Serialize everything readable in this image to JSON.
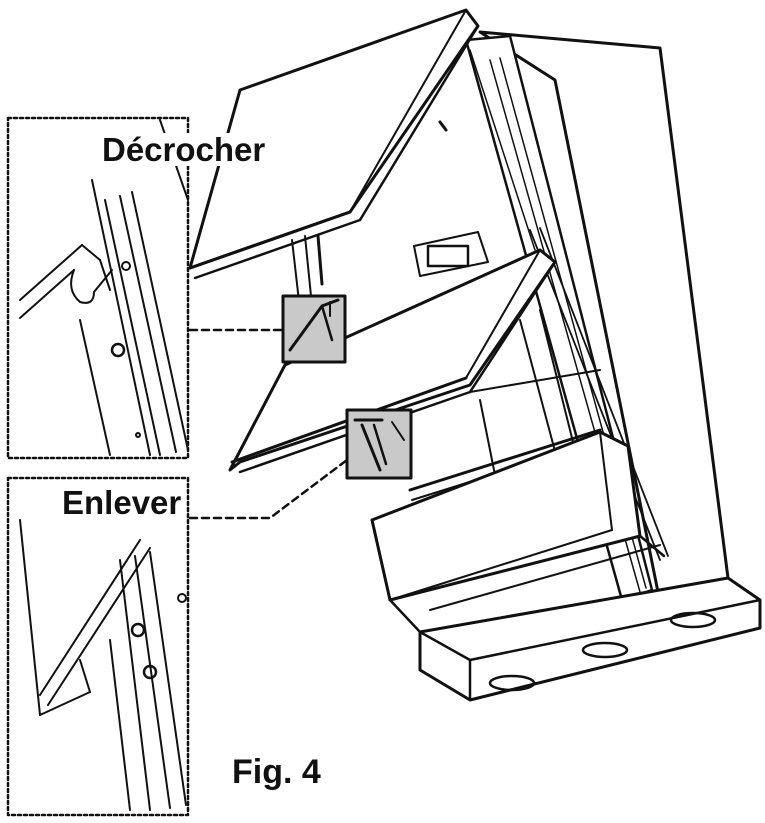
{
  "labels": {
    "unhook": "Décrocher",
    "remove": "Enlever",
    "figure": "Fig. 4"
  },
  "colors": {
    "ink": "#111111",
    "paper": "#ffffff",
    "zoom_fill": "#c9c9c9"
  }
}
